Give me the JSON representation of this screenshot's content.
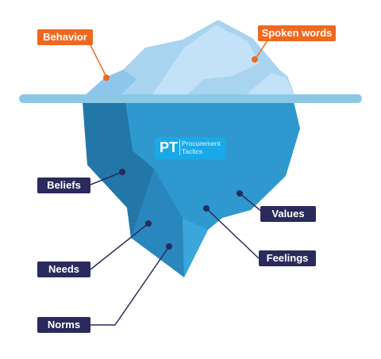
{
  "labels": {
    "behavior": "Behavior",
    "spoken_words": "Spoken words",
    "beliefs": "Beliefs",
    "values": "Values",
    "needs": "Needs",
    "feelings": "Feelings",
    "norms": "Norms"
  },
  "logo": {
    "initials": "PT",
    "line1": "Procurement",
    "line2": "Tactics"
  },
  "colors": {
    "orange": "#f0681f",
    "navy": "#2a2a5c",
    "water": "#8cc8e6",
    "ice_light": "#c4e2f7",
    "ice_mid": "#a9d4f0",
    "underwater": "#2e98cf",
    "underwater_dark": "#2277a8"
  }
}
